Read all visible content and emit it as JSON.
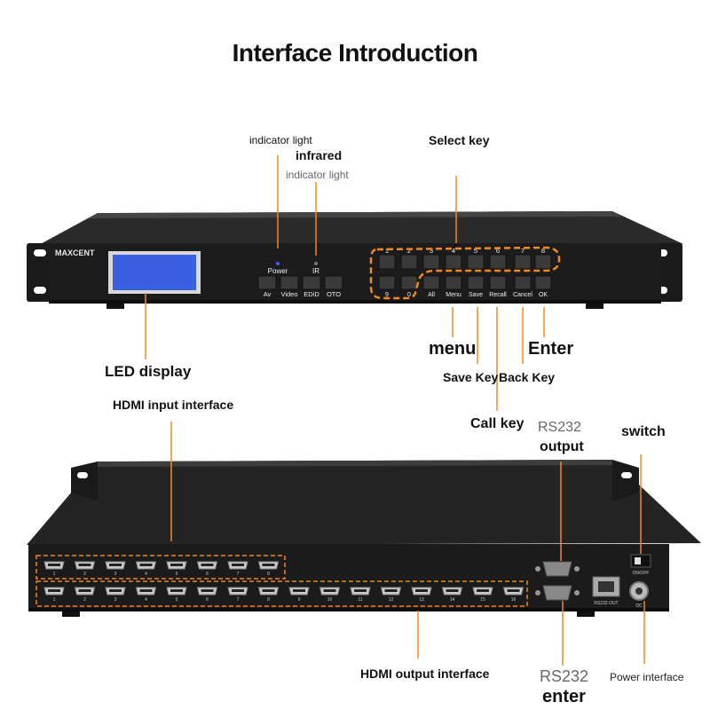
{
  "title": "Interface Introduction",
  "front_panel": {
    "brand": "MAXCENT",
    "indicators": {
      "power": "Power",
      "ir": "IR"
    },
    "left_buttons": [
      "Av",
      "Video",
      "EDiD",
      "OTO"
    ],
    "top_keys": [
      "1",
      "2",
      "3",
      "4",
      "5",
      "6",
      "7",
      "8"
    ],
    "bottom_keys": [
      "9",
      "0",
      "All",
      "Menu",
      "Save",
      "Recall",
      "Cancel",
      "OK"
    ]
  },
  "labels": {
    "indicator_light": "indicator light",
    "infrared": "infrared",
    "infrared_indicator": "indicator light",
    "select_key": "Select key",
    "menu": "menu",
    "enter": "Enter",
    "save_key": "Save Key",
    "back_key": "Back Key",
    "call_key": "Call key",
    "led_display": "LED display",
    "hdmi_input": "HDMI input interface",
    "rs232_output_top": "RS232",
    "rs232_output_bottom": "output",
    "switch": "switch",
    "hdmi_output": "HDMI output interface",
    "rs232_enter_top": "RS232",
    "rs232_enter_bottom": "enter",
    "power_interface": "Power interface"
  },
  "rear_panel": {
    "input_ports": [
      "1",
      "2",
      "3",
      "4",
      "5",
      "6",
      "7",
      "8"
    ],
    "output_ports": [
      "1",
      "2",
      "3",
      "4",
      "5",
      "6",
      "7",
      "8",
      "9",
      "10",
      "11",
      "12",
      "13",
      "14",
      "15",
      "16"
    ],
    "rs232_out": "RS232 OUT",
    "on_off": "ON/OFF",
    "dc": "DC"
  },
  "colors": {
    "accent": "#f08a1c",
    "chassis": "#1c1c1c",
    "lcd": "#3a5fe0"
  }
}
